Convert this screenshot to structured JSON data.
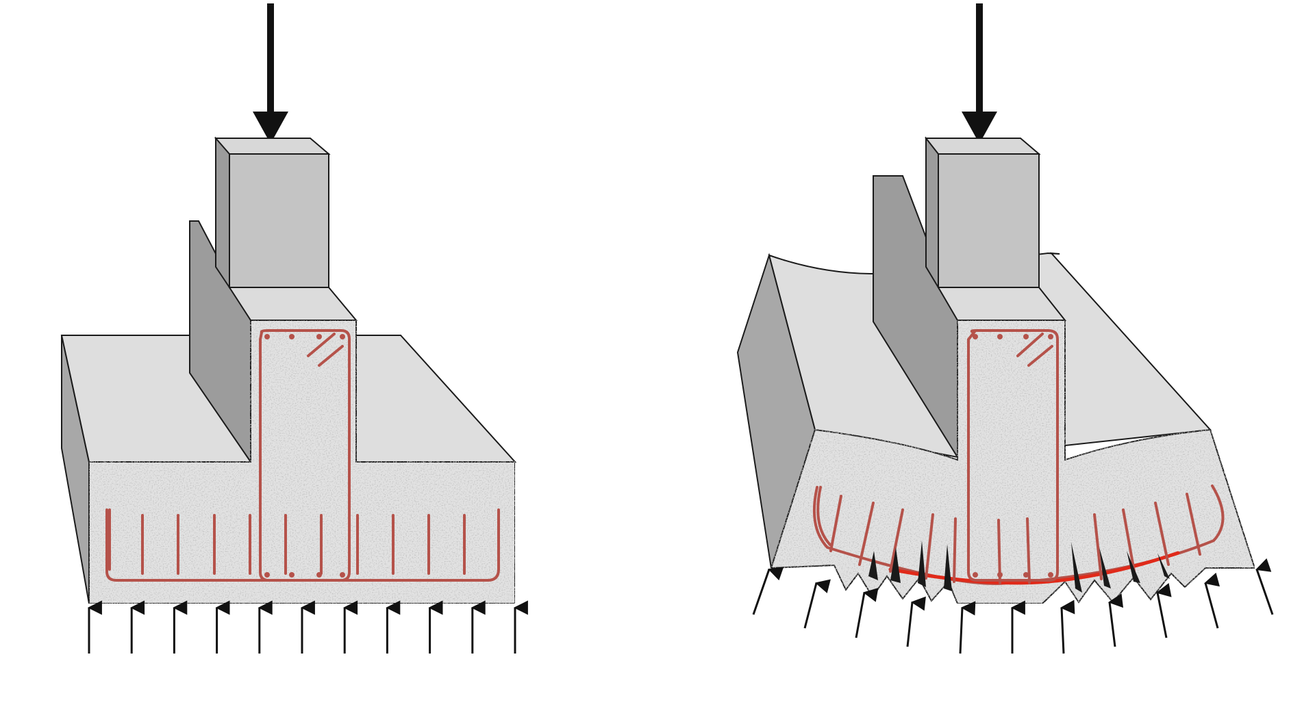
{
  "diagram": {
    "panels": [
      {
        "id": "undeformed-footing",
        "state": "intact",
        "reaction_arrows": 11
      },
      {
        "id": "deformed-footing",
        "state": "bent-cracked",
        "reaction_arrows": 11
      }
    ],
    "colors": {
      "background": "#ffffff",
      "concrete_top": "#dedede",
      "concrete_side": "#a8a8a8",
      "concrete_face": "#e2e2e2",
      "column_face": "#c4c4c4",
      "column_side": "#9c9c9c",
      "rebar": "#b5524a",
      "rebar_yield": "#e02a1a",
      "outline": "#1a1a1a",
      "arrow": "#111111"
    },
    "icons": [
      "load-arrow-icon",
      "reaction-arrow-icon",
      "rebar-cage"
    ]
  }
}
